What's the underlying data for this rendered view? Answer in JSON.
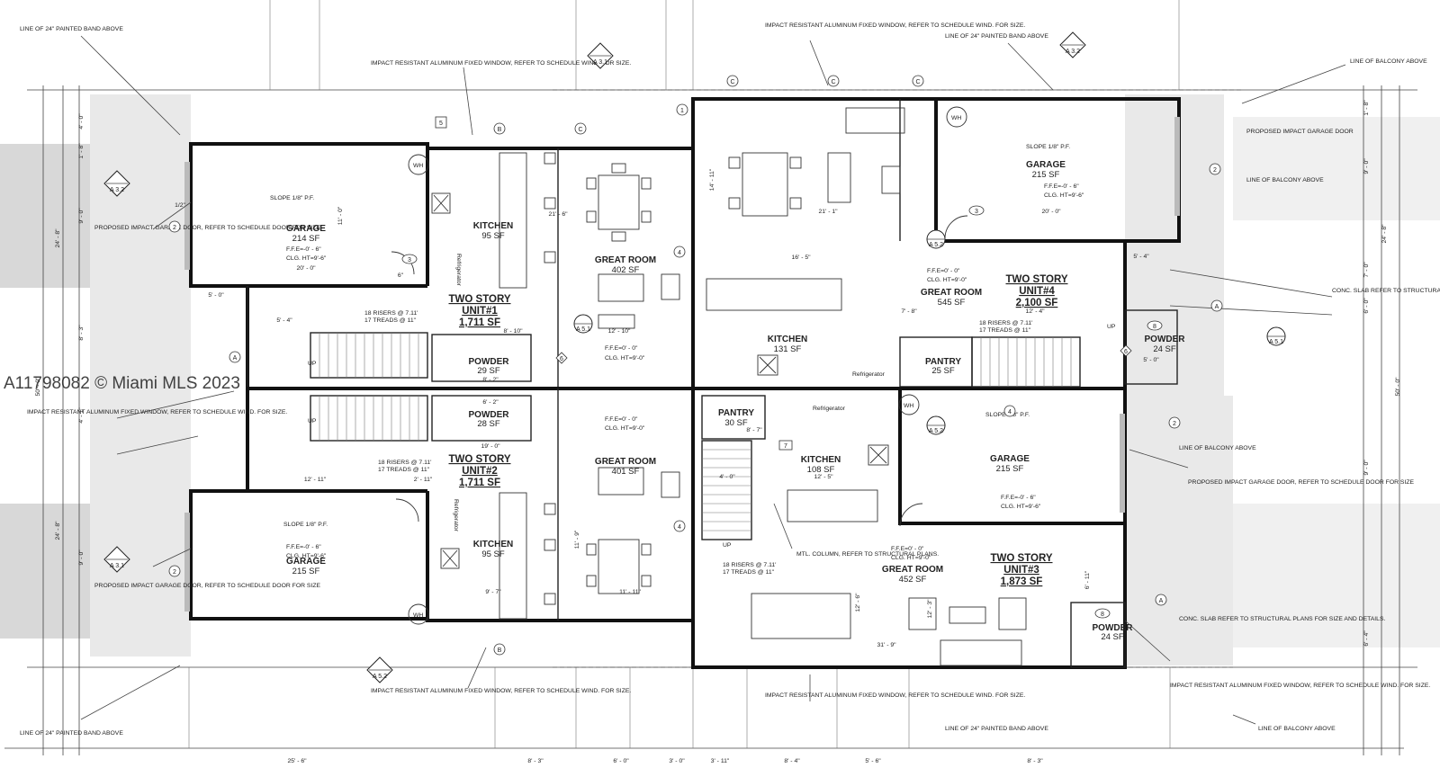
{
  "watermark": "A11798082 © Miami MLS 2023",
  "units": [
    {
      "name": "TWO STORY",
      "label": "UNIT#1",
      "area": "1,711 SF"
    },
    {
      "name": "TWO STORY",
      "label": "UNIT#2",
      "area": "1,711 SF"
    },
    {
      "name": "TWO STORY",
      "label": "UNIT#3",
      "area": "1,873 SF"
    },
    {
      "name": "TWO STORY",
      "label": "UNIT#4",
      "area": "2,100 SF"
    }
  ],
  "rooms": {
    "garage_u1": {
      "name": "GARAGE",
      "area": "214 SF"
    },
    "garage_u2": {
      "name": "GARAGE",
      "area": "215 SF"
    },
    "garage_u3": {
      "name": "GARAGE",
      "area": "215 SF"
    },
    "garage_u4": {
      "name": "GARAGE",
      "area": "215 SF"
    },
    "kitchen_u1": {
      "name": "KITCHEN",
      "area": "95 SF"
    },
    "kitchen_u2": {
      "name": "KITCHEN",
      "area": "95 SF"
    },
    "kitchen_u3": {
      "name": "KITCHEN",
      "area": "108 SF"
    },
    "kitchen_u4": {
      "name": "KITCHEN",
      "area": "131 SF"
    },
    "great_u1": {
      "name": "GREAT ROOM",
      "area": "402 SF"
    },
    "great_u2": {
      "name": "GREAT ROOM",
      "area": "401 SF"
    },
    "great_u3": {
      "name": "GREAT ROOM",
      "area": "452 SF"
    },
    "great_u4": {
      "name": "GREAT ROOM",
      "area": "545 SF"
    },
    "powder_u1": {
      "name": "POWDER",
      "area": "29 SF"
    },
    "powder_u2": {
      "name": "POWDER",
      "area": "28 SF"
    },
    "powder_u3": {
      "name": "POWDER",
      "area": "24 SF"
    },
    "powder_u4": {
      "name": "POWDER",
      "area": "24 SF"
    },
    "pantry_u3": {
      "name": "PANTRY",
      "area": "30 SF"
    },
    "pantry_u4": {
      "name": "PANTRY",
      "area": "25 SF"
    }
  },
  "notes": {
    "painted_band": "LINE OF 24\" PAINTED BAND ABOVE",
    "impact_window": "IMPACT RESISTANT ALUMINUM FIXED WINDOW, REFER TO SCHEDULE WIND. FOR SIZE.",
    "balcony": "LINE OF BALCONY ABOVE",
    "garage_door": "PROPOSED IMPACT GARAGE DOOR, REFER TO SCHEDULE DOOR FOR SIZE",
    "garage_door_right": "PROPOSED IMPACT GARAGE DOOR",
    "slab": "CONC. SLAB REFER TO STRUCTURAL PLANS FOR SIZE AND DETAILS.",
    "mtl_column": "MTL. COLUMN, REFER TO STRUCTURAL PLANS.",
    "slope": "SLOPE 1/8\" P.F.",
    "ffe_garage": "F.F.E=-0' - 6\"",
    "ffe_house": "F.F.E=0' - 0\"",
    "clg_garage": "CLG. HT=9'-6\"",
    "clg_house": "CLG. HT=9'-0\"",
    "risers": "18 RISERS @ 7.11'",
    "treads": "17 TREADS @ 11\"",
    "refrigerator": "Refrigerator",
    "up": "UP",
    "wh": "WH"
  },
  "dimensions": {
    "bottom": [
      "25' - 6\"",
      "8' - 3\"",
      "6' - 0\"",
      "3' - 0\"",
      "3' - 11\"",
      "8' - 4\"",
      "5' - 6\"",
      "8' - 3\""
    ],
    "left": [
      "4' - 0\"",
      "1' - 8\"",
      "9' - 0\"",
      "24' - 8\"",
      "8' - 3\"",
      "50' - 0\"",
      "4' - 1\"",
      "9' - 0\"",
      "24' - 8\""
    ],
    "right": [
      "1' - 8\"",
      "9' - 0\"",
      "24' - 8\"",
      "7' - 0\"",
      "6' - 0\"",
      "50' - 0\"",
      "9' - 0\"",
      "6' - 4\""
    ],
    "interior": [
      "20' - 0\"",
      "11' - 0\"",
      "5' - 4\"",
      "12' - 10\"",
      "8' - 10\"",
      "21' - 1\"",
      "16' - 5\"",
      "7' - 8\"",
      "12' - 4\"",
      "5' - 0\"",
      "12' - 11\"",
      "2' - 11\"",
      "9' - 7\"",
      "11' - 11\"",
      "8' - 7\"",
      "4' - 0\"",
      "12' - 5\"",
      "12' - 3\"",
      "31' - 9\"",
      "12' - 6\"",
      "6' - 11\"",
      "21' - 6\"",
      "19' - 0\"",
      "8' - 2\"",
      "6' - 2\"",
      "11' - 9\"",
      "14' - 11\"",
      "20' - 0\"",
      "5' - 4\"",
      "1/2\"",
      "6\"",
      "5' - 0\""
    ]
  },
  "sheet_refs": [
    "A 3.1",
    "A 3.2",
    "A 5.1",
    "A 5.2"
  ],
  "tags": [
    "1",
    "2",
    "3",
    "4",
    "5",
    "6",
    "7",
    "8",
    "A",
    "B",
    "C"
  ]
}
